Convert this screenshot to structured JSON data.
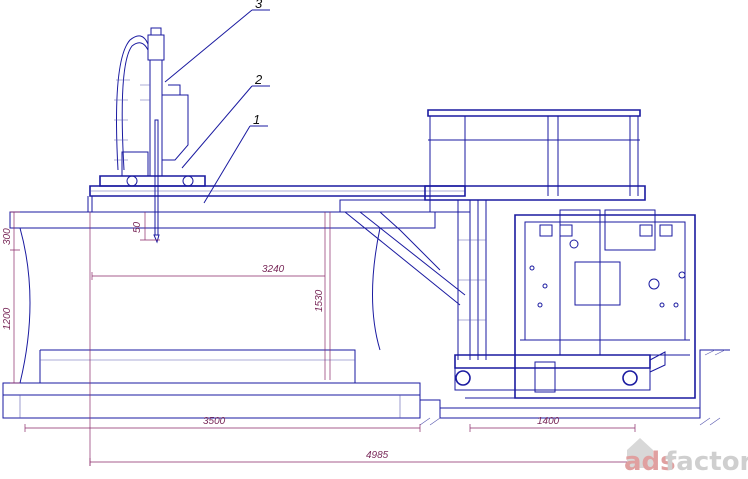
{
  "callouts": [
    "3",
    "2",
    "1"
  ],
  "dimensions": {
    "d300": "300",
    "d50": "50",
    "d3240": "3240",
    "d1200": "1200",
    "d1530": "1530",
    "d3500": "3500",
    "d1400": "1400",
    "d4985": "4985"
  },
  "watermark": {
    "brand_a": "ads",
    "brand_b": "factory"
  },
  "colors": {
    "lines": "#1a1aa0",
    "dimensions": "#8a2a6a"
  }
}
